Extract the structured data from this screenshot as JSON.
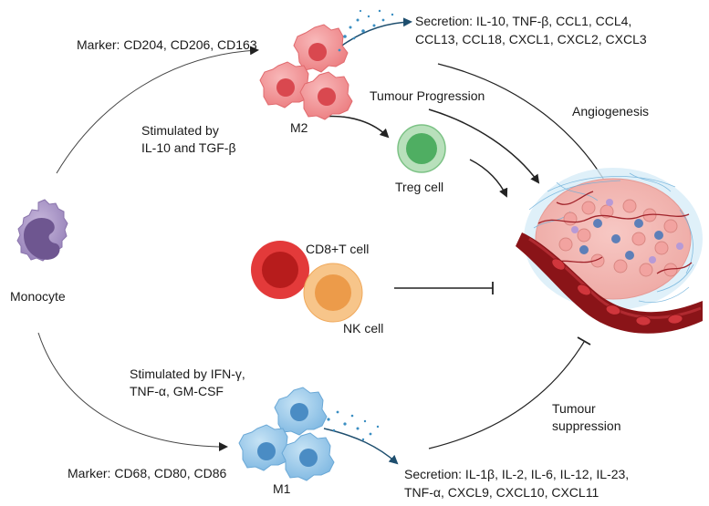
{
  "m2": {
    "marker": "Marker: CD204, CD206, CD163",
    "label": "M2",
    "secretion_line1": "Secretion: IL-10, TNF-β, CCL1, CCL4,",
    "secretion_line2": "CCL13, CCL18, CXCL1, CXCL2, CXCL3",
    "stimulated_line1": "Stimulated by",
    "stimulated_line2": "IL-10 and TGF-β",
    "tumour_progression": "Tumour Progression",
    "treg_label": "Treg cell",
    "angiogenesis": "Angiogenesis"
  },
  "monocyte": {
    "label": "Monocyte"
  },
  "middle": {
    "cd8_label": "CD8+T cell",
    "nk_label": "NK cell"
  },
  "m1": {
    "marker": "Marker: CD68, CD80, CD86",
    "label": "M1",
    "stimulated_line1": "Stimulated by IFN-γ,",
    "stimulated_line2": "TNF-α, GM-CSF",
    "secretion_line1": "Secretion: IL-1β, IL-2, IL-6, IL-12, IL-23,",
    "secretion_line2": "TNF-α,  CXCL9, CXCL10, CXCL11",
    "tumour_suppression_line1": "Tumour",
    "tumour_suppression_line2": "suppression"
  },
  "colors": {
    "m2_fill": "#f08a8c",
    "m2_nucleus": "#d9484f",
    "m1_fill": "#8cc3e8",
    "m1_nucleus": "#4a8cc4",
    "treg_fill": "#9fd3a4",
    "treg_nucleus": "#4fae62",
    "cd8_fill": "#e33a3a",
    "cd8_nucleus": "#b71c1c",
    "nk_fill": "#f5b26b",
    "nk_nucleus": "#e88e3a",
    "monocyte_fill": "#a892c4",
    "monocyte_nucleus": "#6e5690",
    "vessel": "#8a1418",
    "tumor": "#f3b4b0",
    "arrow": "#222222"
  }
}
